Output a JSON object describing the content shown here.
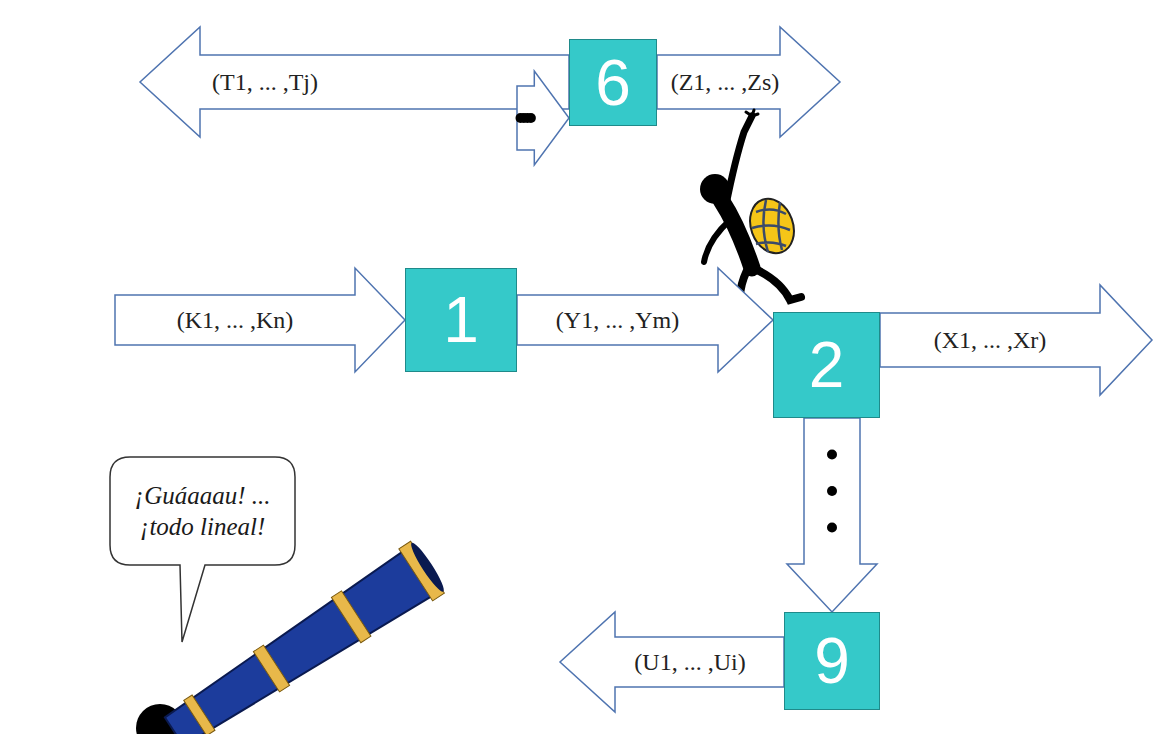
{
  "diagram": {
    "nodes": [
      {
        "text": [
          "6"
        ]
      },
      {
        "text": [
          "1"
        ]
      },
      {
        "text": [
          "2"
        ]
      },
      {
        "text": [
          "9"
        ]
      },
      {
        "text": [
          "¡Guáaaau! ... ¡todo lineal!"
        ]
      }
    ],
    "edges": [
      {
        "from": 1,
        "to": 2,
        "arrow": "to",
        "label": "(Y1, ... ,Ym)"
      },
      {
        "from": 1,
        "to": 0,
        "arrow": "to"
      },
      {
        "from": 2,
        "to": 3,
        "arrow": "to"
      }
    ],
    "labels": [
      "(T1, ... ,Tj)",
      "(Z1, ... ,Zs)",
      "(K1, ... ,Kn)",
      "(X1, ... ,Xr)",
      "(U1, ... ,Ui)"
    ]
  }
}
